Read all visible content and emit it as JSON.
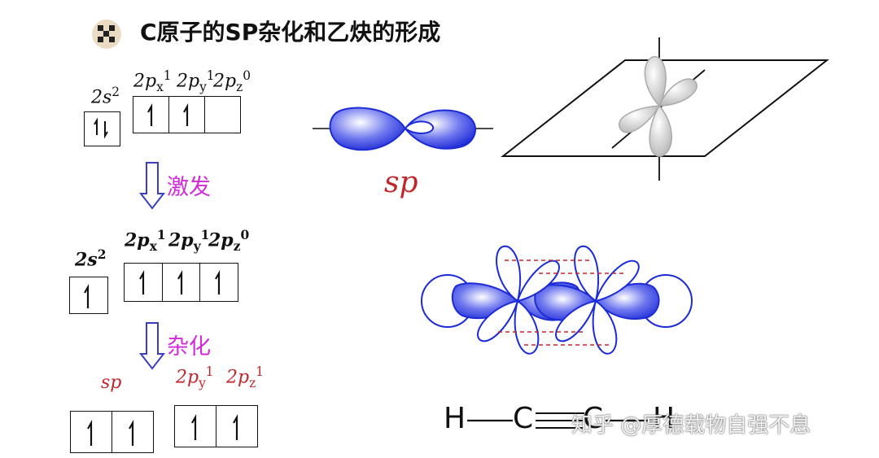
{
  "title": "C原子的SP杂化和乙炔的形成",
  "bullet_icon": "checker-bullet-icon",
  "ground_state": {
    "s_label": "2s",
    "s_sup": "2",
    "p_labels": [
      {
        "base": "2p",
        "sub": "x",
        "sup": "1"
      },
      {
        "base": "2p",
        "sub": "y",
        "sup": "1"
      },
      {
        "base": "2p",
        "sub": "z",
        "sup": "0"
      }
    ]
  },
  "step1_label": "激发",
  "excited_state": {
    "s_label": "2s",
    "s_sup": "2",
    "p_labels": [
      {
        "base": "2p",
        "sub": "x",
        "sup": "1"
      },
      {
        "base": "2p",
        "sub": "y",
        "sup": "1"
      },
      {
        "base": "2p",
        "sub": "z",
        "sup": "0"
      }
    ]
  },
  "step2_label": "杂化",
  "hybrid_state": {
    "sp_label": "sp",
    "p_labels": [
      {
        "base": "2p",
        "sub": "y",
        "sup": "1"
      },
      {
        "base": "2p",
        "sub": "z",
        "sup": "1"
      }
    ]
  },
  "orbital_caption": "sp",
  "formula": {
    "h_left": "H",
    "c_left": "C",
    "c_right": "C",
    "h_right": "H"
  },
  "watermark": "知乎 @厚德载物自强不息",
  "colors": {
    "lobe_blue": "#1d2bd6",
    "label_red": "#c0272d",
    "label_magenta": "#d12ad8",
    "arrow_blue": "#3a3fbf"
  }
}
